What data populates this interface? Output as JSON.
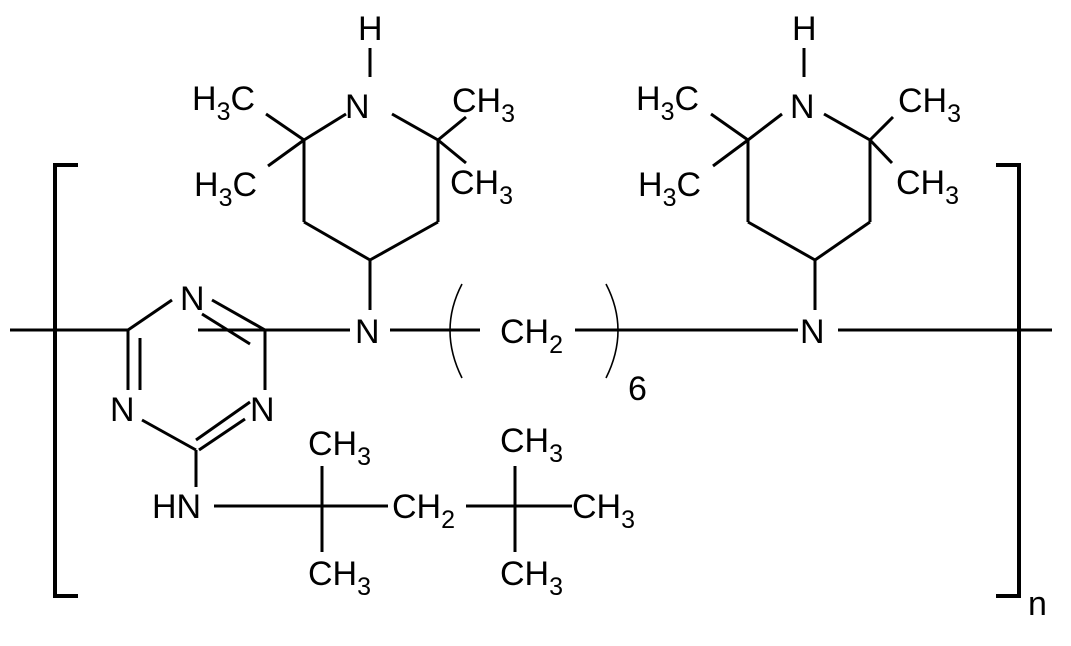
{
  "diagram": {
    "type": "chemical-structure",
    "description": "Repeating unit of a polymeric hindered amine light stabilizer (triazine / hexamethylenediamine / tetramethylpiperidine)",
    "colors": {
      "line": "#000000",
      "background": "#ffffff"
    },
    "labels": {
      "left_piperidine": {
        "nh_h": "H",
        "nh_n": "N",
        "methyl_top_left": {
          "main": "H",
          "sub": "3",
          "tail": "C"
        },
        "methyl_bottom_left": {
          "main": "H",
          "sub": "3",
          "tail": "C"
        },
        "methyl_top_right": {
          "main": "CH",
          "sub": "3"
        },
        "methyl_bottom_right": {
          "main": "CH",
          "sub": "3"
        }
      },
      "right_piperidine": {
        "nh_h": "H",
        "nh_n": "N",
        "methyl_top_left": {
          "main": "H",
          "sub": "3",
          "tail": "C"
        },
        "methyl_bottom_left": {
          "main": "H",
          "sub": "3",
          "tail": "C"
        },
        "methyl_top_right": {
          "main": "CH",
          "sub": "3"
        },
        "methyl_bottom_right": {
          "main": "CH",
          "sub": "3"
        }
      },
      "triazine": {
        "n_top": "N",
        "n_left": "N",
        "n_right": "N"
      },
      "amine_n_left": "N",
      "amine_n_right": "N",
      "methylene": {
        "main": "CH",
        "sub": "2"
      },
      "methylene_repeat": "6",
      "octyl": {
        "hn": "HN",
        "ch3_top_1": {
          "main": "CH",
          "sub": "3"
        },
        "ch3_bottom_1": {
          "main": "CH",
          "sub": "3"
        },
        "ch2": {
          "main": "CH",
          "sub": "2"
        },
        "ch3_top_2": {
          "main": "CH",
          "sub": "3"
        },
        "ch3_bottom_2": {
          "main": "CH",
          "sub": "3"
        },
        "ch3_end": {
          "main": "CH",
          "sub": "3"
        }
      },
      "repeat_index": "n"
    }
  }
}
